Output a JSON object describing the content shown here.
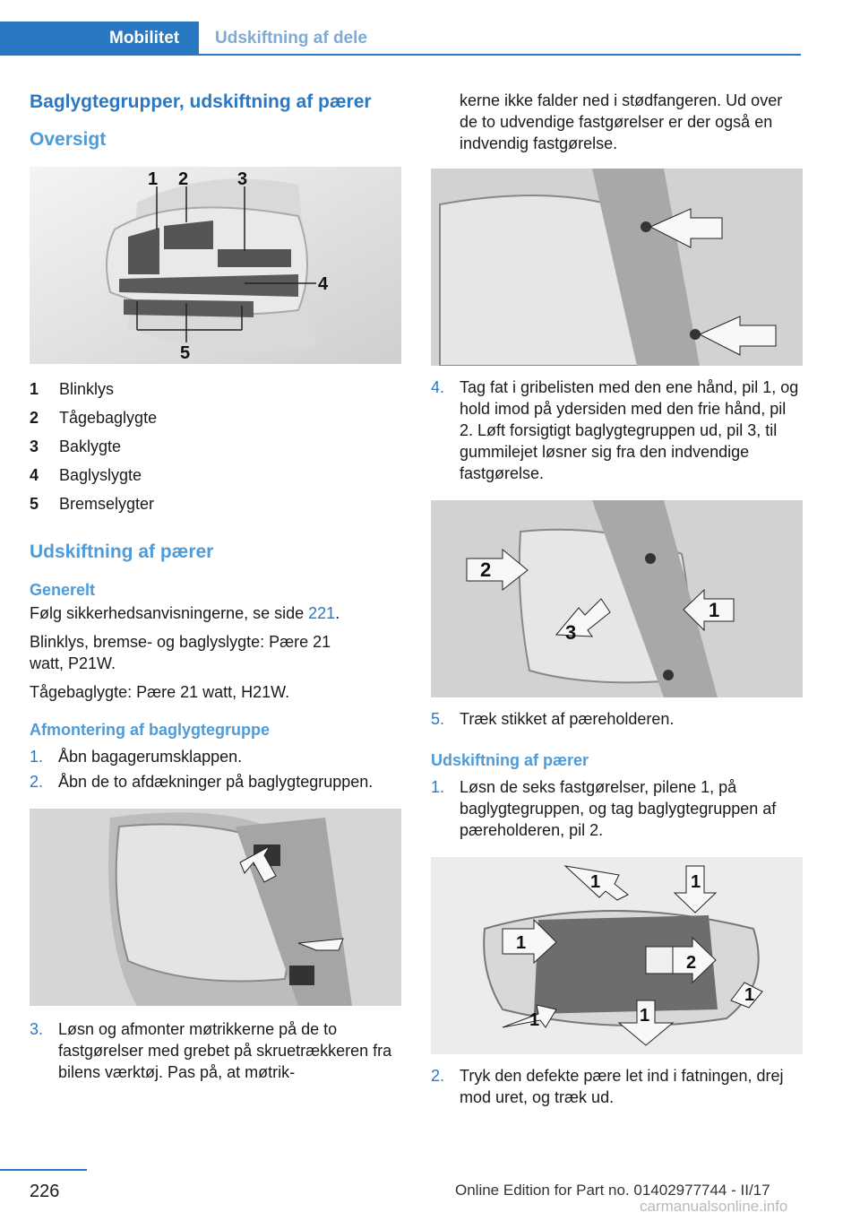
{
  "header": {
    "tab_active": "Mobilitet",
    "tab_inactive": "Udskiftning af dele",
    "accent": "#2a78c2"
  },
  "left": {
    "title": "Baglygtegrupper, udskiftning af pærer",
    "subtitle": "Oversigt",
    "figure1_labels": [
      "1",
      "2",
      "3",
      "4",
      "5"
    ],
    "legend": [
      {
        "num": "1",
        "label": "Blinklys"
      },
      {
        "num": "2",
        "label": "Tågebaglygte"
      },
      {
        "num": "3",
        "label": "Baklygte"
      },
      {
        "num": "4",
        "label": "Baglyslygte"
      },
      {
        "num": "5",
        "label": "Bremselygter"
      }
    ],
    "section2": "Udskiftning af pærer",
    "general_heading": "Generelt",
    "general_p1_pre": "Følg sikkerhedsanvisningerne, se side ",
    "general_p1_link": "221",
    "general_p1_post": ".",
    "general_p2": "Blinklys, bremse- og baglyslygte: Pære 21 watt, P21W.",
    "general_p3": "Tågebaglygte: Pære 21 watt, H21W.",
    "afmont_heading": "Afmontering af baglygtegruppe",
    "steps_a": [
      {
        "num": "1.",
        "text": "Åbn bagagerumsklappen."
      },
      {
        "num": "2.",
        "text": "Åbn de to afdækninger på baglygtegrup­pen."
      }
    ],
    "step3": {
      "num": "3.",
      "text": "Løsn og afmonter møtrikkerne på de to fastgørelser med grebet på skruetrække­ren fra bilens værktøj. Pas på, at møtrik-"
    }
  },
  "right": {
    "step3_cont": "kerne ikke falder ned i stødfangeren. Ud over de to udvendige fastgørelser er der også en indvendig fastgørelse.",
    "step4": {
      "num": "4.",
      "text": "Tag fat i gribelisten med den ene hånd, pil 1, og hold imod på ydersiden med den frie hånd, pil 2. Løft forsigtigt baglygtegruppen ud, pil 3, til gummilejet løsner sig fra den indvendige fastgørelse."
    },
    "figure4_labels": [
      "2",
      "1",
      "3"
    ],
    "step5": {
      "num": "5.",
      "text": "Træk stikket af pæreholderen."
    },
    "replace_heading": "Udskiftning af pærer",
    "step_r1": {
      "num": "1.",
      "text": "Løsn de seks fastgørelser, pilene 1, på baglygtegruppen, og tag baglygtegruppen af pæreholderen, pil 2."
    },
    "figure5_labels": [
      "1",
      "1",
      "1",
      "2",
      "1",
      "1",
      "1"
    ],
    "step_r2": {
      "num": "2.",
      "text": "Tryk den defekte pære let ind i fatningen, drej mod uret, og træk ud."
    }
  },
  "footer": {
    "page": "226",
    "edition": "Online Edition for Part no. 01402977744 - II/17",
    "watermark": "carmanualsonline.info"
  }
}
